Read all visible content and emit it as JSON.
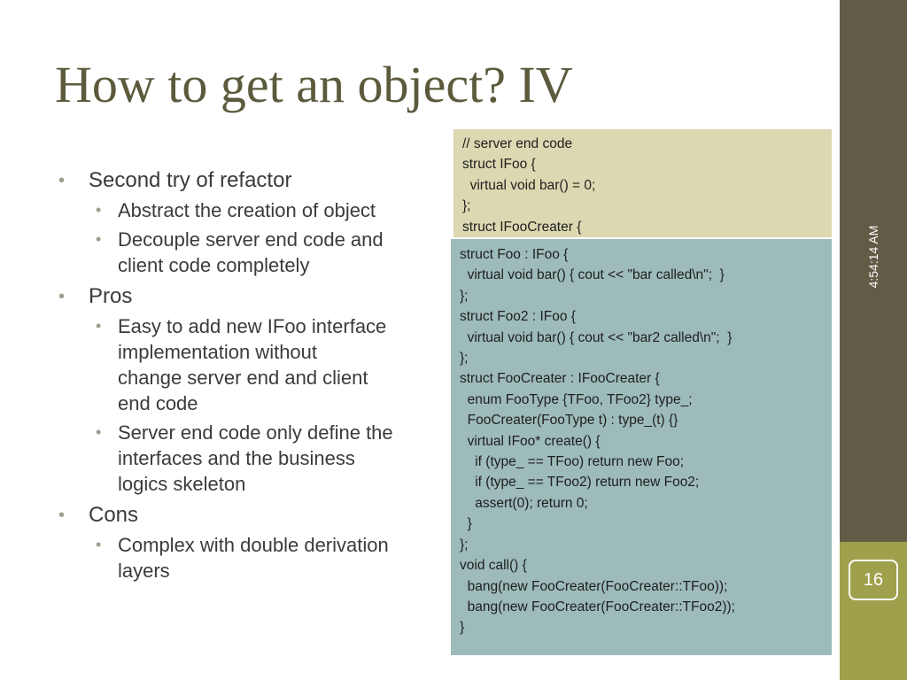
{
  "slide": {
    "title": "How to get an object? IV",
    "timestamp": "4:54:14 AM",
    "page_number": "16"
  },
  "bullets": [
    {
      "text": "Second try of refactor",
      "sub": [
        "Abstract the creation of object",
        "Decouple server end code and\nclient code completely"
      ]
    },
    {
      "text": "Pros",
      "sub": [
        "Easy to add new IFoo interface\nimplementation without\nchange server end and client\nend code",
        "Server end code only define the\ninterfaces and the business\nlogics skeleton"
      ]
    },
    {
      "text": "Cons",
      "sub": [
        "Complex with double derivation\nlayers"
      ]
    }
  ],
  "code": {
    "server": "// server end code\nstruct IFoo {\n  virtual void bar() = 0;\n};\nstruct IFooCreater {",
    "client": "struct Foo : IFoo {\n  virtual void bar() { cout << \"bar called\\n\";  }\n};\nstruct Foo2 : IFoo {\n  virtual void bar() { cout << \"bar2 called\\n\";  }\n};\nstruct FooCreater : IFooCreater {\n  enum FooType {TFoo, TFoo2} type_;\n  FooCreater(FooType t) : type_(t) {}\n  virtual IFoo* create() {\n    if (type_ == TFoo) return new Foo;\n    if (type_ == TFoo2) return new Foo2;\n    assert(0); return 0;\n  }\n};\nvoid call() {\n  bang(new FooCreater(FooCreater::TFoo));\n  bang(new FooCreater(FooCreater::TFoo2));\n}"
  }
}
